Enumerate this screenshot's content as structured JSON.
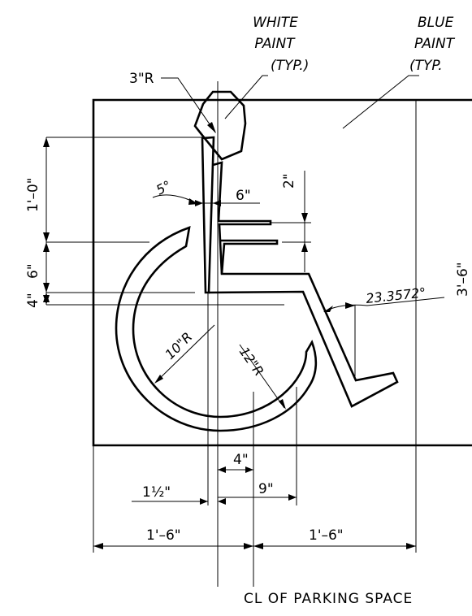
{
  "labels": {
    "white_paint": [
      "WHITE",
      "PAINT",
      "(TYP.)"
    ],
    "blue_paint": [
      "BLUE",
      "PAINT",
      "(TYP."
    ],
    "head_radius": "3\"R",
    "angle_5": "5°",
    "neck_width": "6\"",
    "seat_offset": "2\"",
    "dim_1_0": "1'–0\"",
    "dim_6": "6\"",
    "dim_4_left": "4\"",
    "dim_3_6": "3'–6\"",
    "leg_angle": "23.3572°",
    "wheel_outer_radius": "12\"R",
    "wheel_inner_radius": "10\"R",
    "dim_4_bottom": "4\"",
    "dim_1_half": "1½\"",
    "dim_9": "9\"",
    "dim_1_6_left": "1'–6\"",
    "dim_1_6_right": "1'–6\"",
    "centerline": "CL OF PARKING SPACE"
  },
  "colors": {
    "line": "#000000",
    "background": "#ffffff"
  }
}
